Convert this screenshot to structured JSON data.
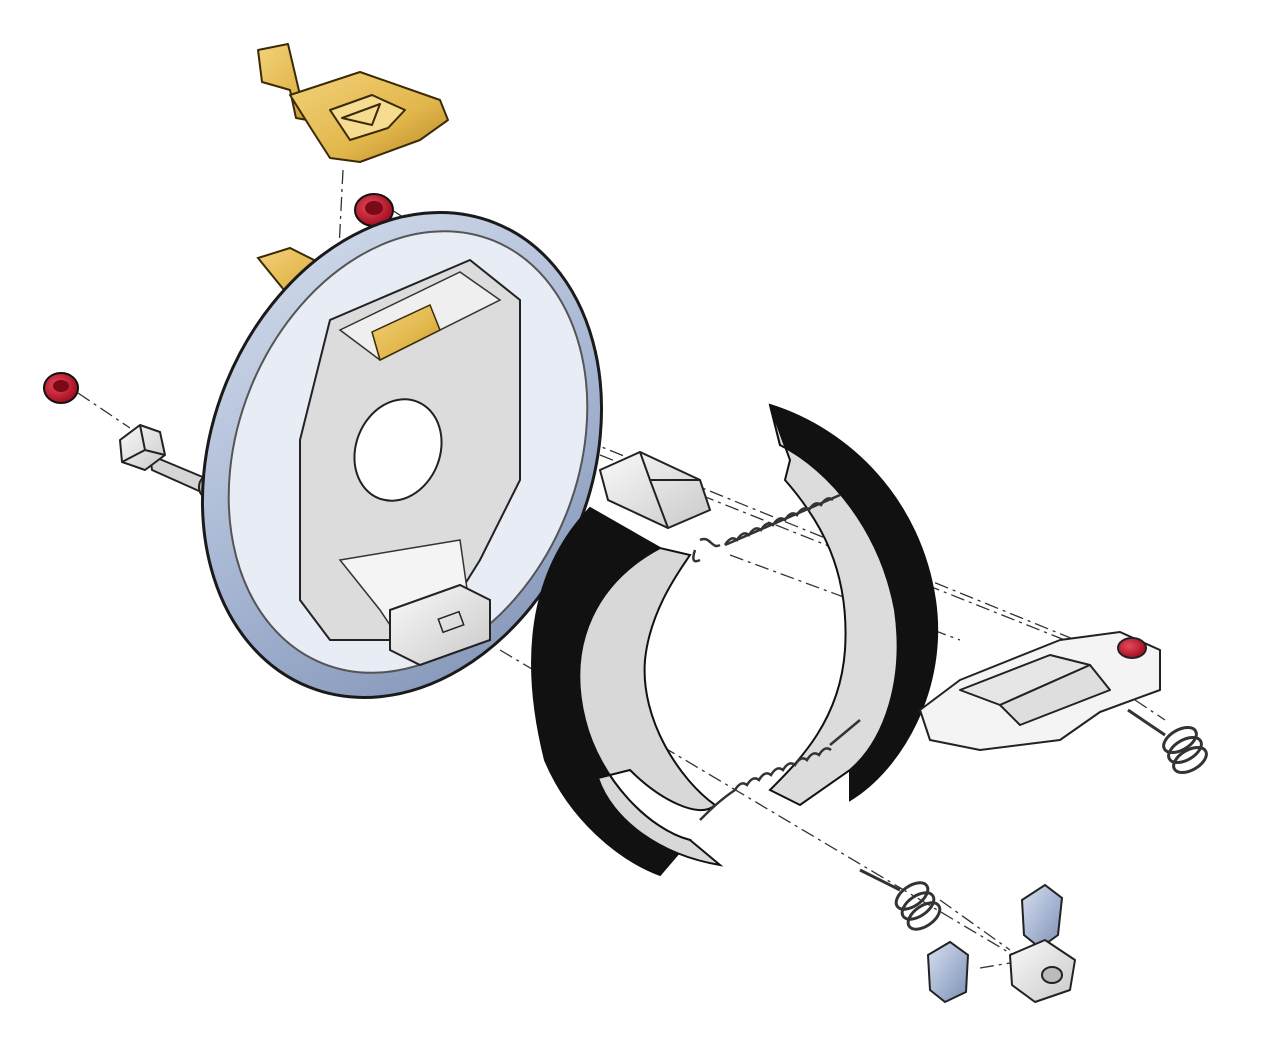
{
  "diagram": {
    "type": "exploded-view",
    "labels": [],
    "parts": [
      {
        "id": "lever-top",
        "icon": "lever-icon",
        "color": "#e2b74c"
      },
      {
        "id": "lever-shaft",
        "icon": "lever-icon",
        "color": "#e2b74c"
      },
      {
        "id": "plug-top",
        "icon": "plug-icon",
        "color": "#c4142a"
      },
      {
        "id": "plug-left",
        "icon": "plug-icon",
        "color": "#c4142a"
      },
      {
        "id": "bolt",
        "icon": "bolt-icon",
        "color": "#e6e6e6"
      },
      {
        "id": "backing-plate",
        "icon": "backing-plate-icon",
        "color": "#a9b8d4"
      },
      {
        "id": "brake-shoe-front",
        "icon": "brake-shoe-icon",
        "color": "#111111"
      },
      {
        "id": "brake-shoe-rear",
        "icon": "brake-shoe-icon",
        "color": "#111111"
      },
      {
        "id": "spring-upper",
        "icon": "spring-icon",
        "color": "#555555"
      },
      {
        "id": "spring-lower",
        "icon": "spring-icon",
        "color": "#555555"
      },
      {
        "id": "coil-spring-right",
        "icon": "spring-icon",
        "color": "#555555"
      },
      {
        "id": "coil-spring-bottom",
        "icon": "spring-icon",
        "color": "#555555"
      },
      {
        "id": "adjuster-pin",
        "icon": "pin-icon",
        "color": "#dddddd"
      },
      {
        "id": "adjuster-housing",
        "icon": "housing-icon",
        "color": "#f2f2f2"
      },
      {
        "id": "clip-1",
        "icon": "clip-icon",
        "color": "#a9b8d4"
      },
      {
        "id": "clip-2",
        "icon": "clip-icon",
        "color": "#a9b8d4"
      },
      {
        "id": "nut",
        "icon": "nut-icon",
        "color": "#eeeeee"
      }
    ]
  }
}
